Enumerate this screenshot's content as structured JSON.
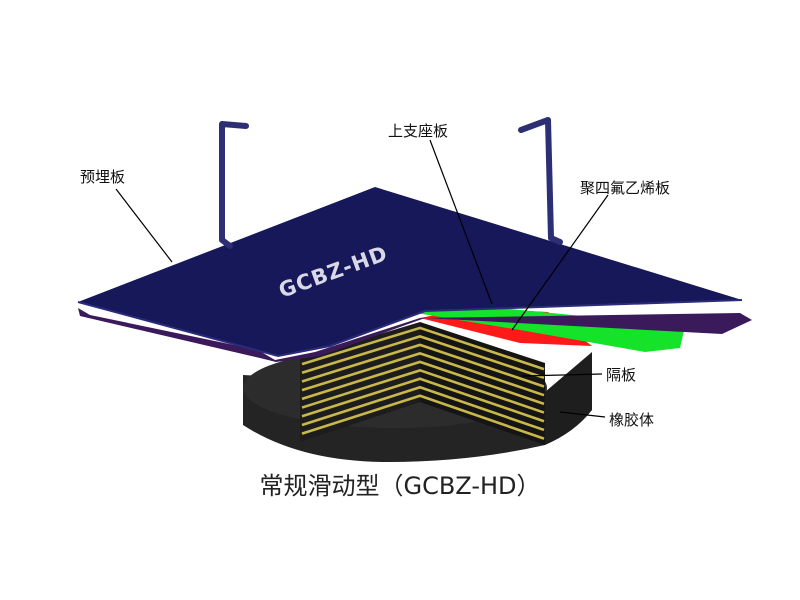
{
  "labels": {
    "embedded_plate": "预埋板",
    "upper_plate": "上支座板",
    "ptfe_plate": "聚四氟乙烯板",
    "partition_plate": "隔板",
    "rubber_body": "橡胶体"
  },
  "plate_marking": "GCBZ-HD",
  "caption": "常规滑动型（GCBZ-HD）",
  "colors": {
    "plate": "#16185a",
    "plate_edge": "#3b1a5c",
    "ptfe": "#14e32a",
    "red_layer": "#ff1a1a",
    "rubber": "#2a2a2a",
    "stripe": "#c8b84a"
  },
  "layer_count": 9
}
